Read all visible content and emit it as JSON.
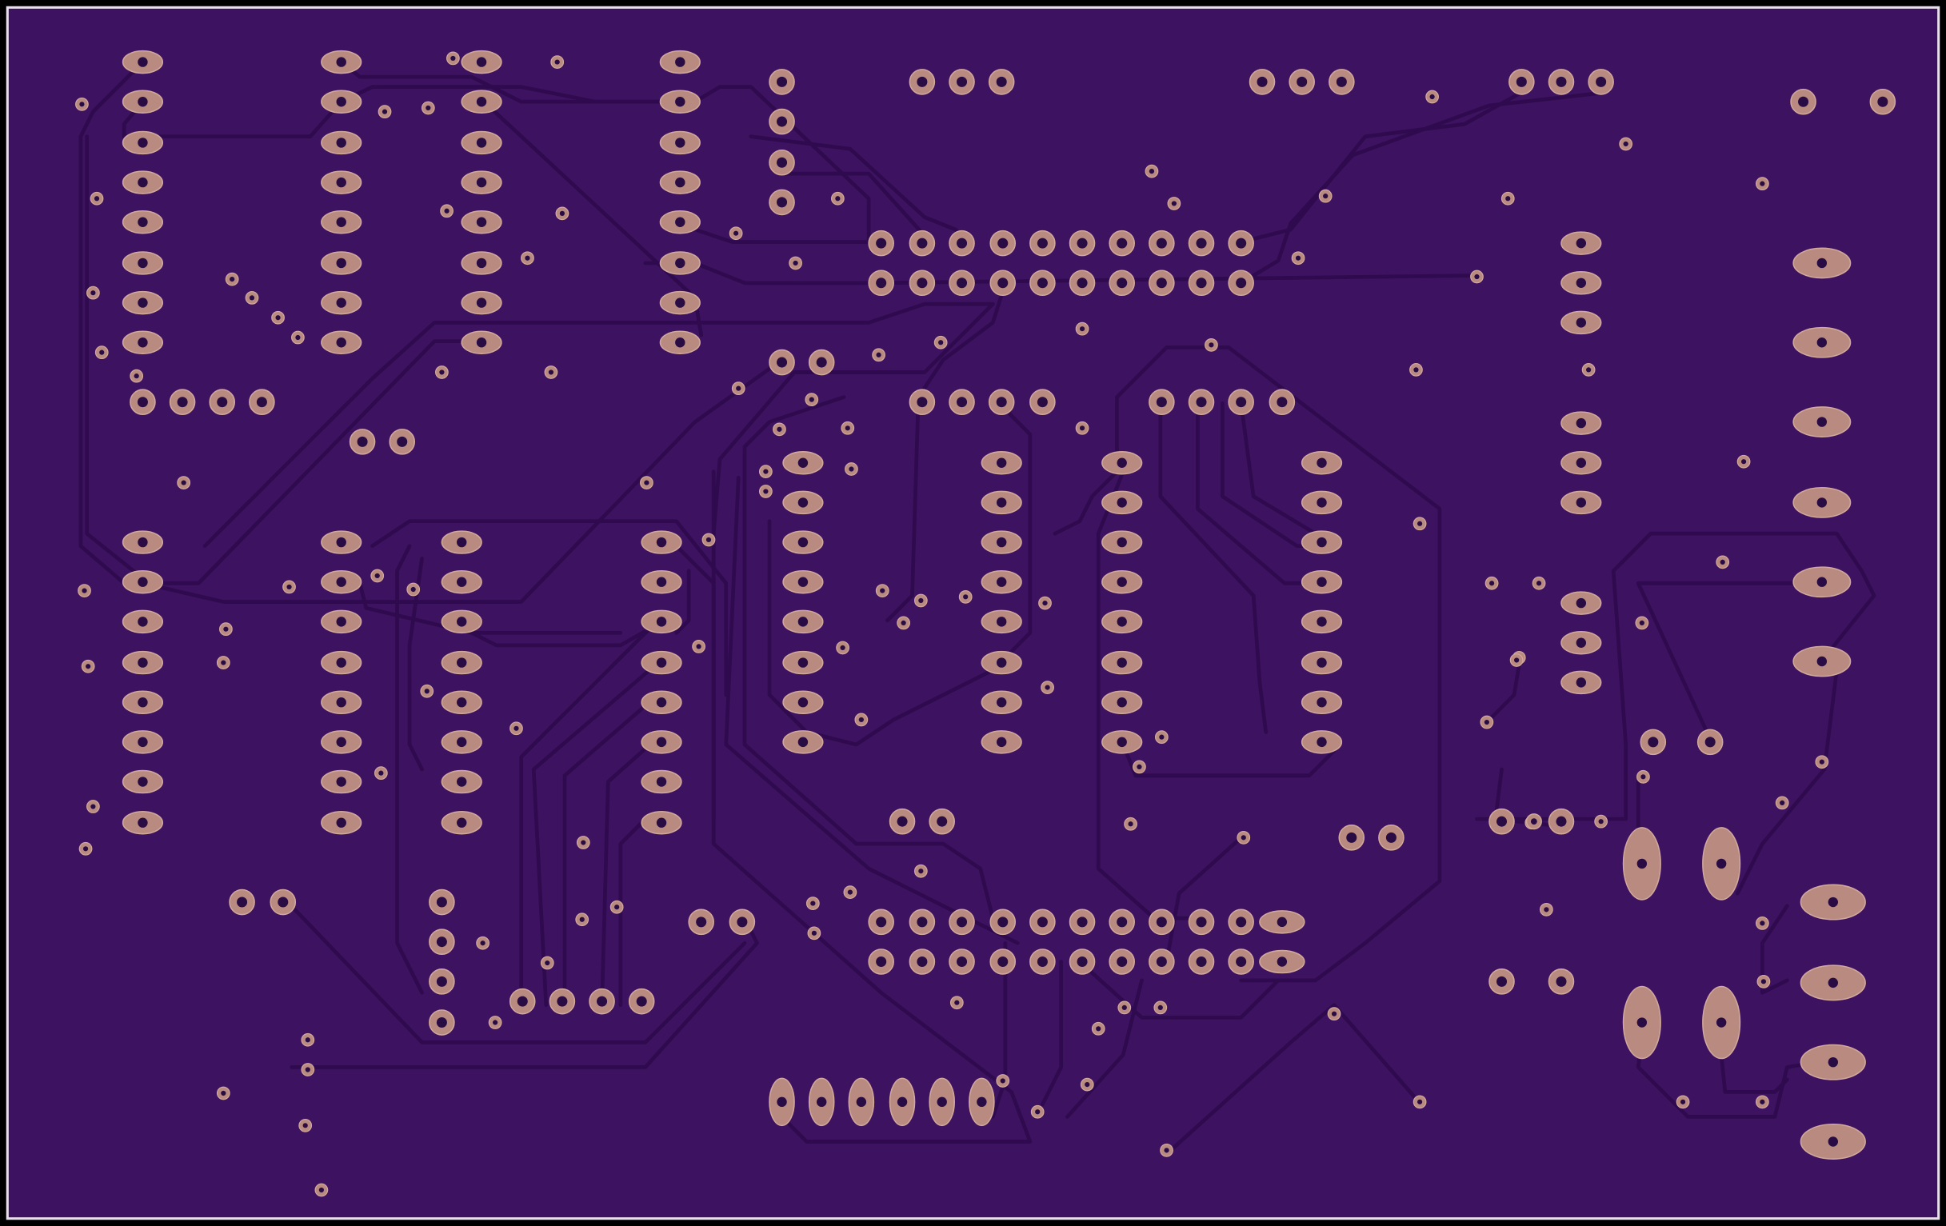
{
  "board": {
    "colors": {
      "background": "#000000",
      "substrate": "#3d1260",
      "copper": "#2f0a4e",
      "pad": "#b98a80",
      "pad_edge": "#d1a89c",
      "hole": "#2a0c44",
      "outline": "#e8e0ec"
    },
    "layer": "bottom-copper",
    "features": [
      "through-hole-pads",
      "vias",
      "traces",
      "board-outline"
    ]
  }
}
